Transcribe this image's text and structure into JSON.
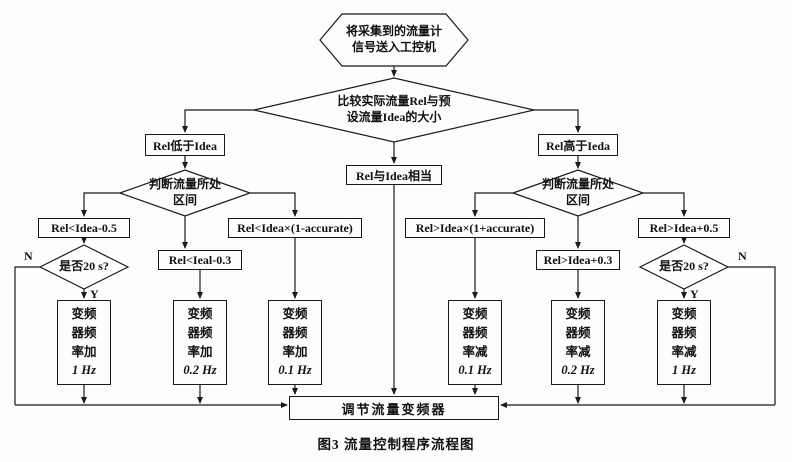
{
  "figure": {
    "caption": "图3  流量控制程序流程图",
    "labels": {
      "yes": "Y",
      "no": "N"
    },
    "nodes": {
      "start": {
        "line1": "将采集到的流量计",
        "line2": "信号送入工控机"
      },
      "compare": {
        "line1": "比较实际流量Rel与预",
        "line2": "设流量Idea的大小"
      },
      "branch_low": {
        "label": "Rel低于Idea"
      },
      "branch_equal": {
        "label": "Rel与Idea相当"
      },
      "branch_high": {
        "label": "Rel高于Ieda"
      },
      "judge_left": {
        "line1": "判断流量所处",
        "line2": "区间"
      },
      "judge_right": {
        "line1": "判断流量所处",
        "line2": "区间"
      },
      "cond_low_1": {
        "label": "Rel<Idea-0.5"
      },
      "cond_low_2": {
        "label": "Rel<Ieal-0.3"
      },
      "cond_low_3": {
        "label": "Rel<Idea×(1-accurate)"
      },
      "cond_high_1": {
        "label": "Rel>Idea×(1+accurate)"
      },
      "cond_high_2": {
        "label": "Rel>Idea+0.3"
      },
      "cond_high_3": {
        "label": "Rel>Idea+0.5"
      },
      "timer_left": {
        "label": "是否20 s?"
      },
      "timer_right": {
        "label": "是否20 s?"
      },
      "action_add_1hz": {
        "l1": "变频",
        "l2": "器频",
        "l3": "率加",
        "value": "1 Hz"
      },
      "action_add_02hz": {
        "l1": "变频",
        "l2": "器频",
        "l3": "率加",
        "value": "0.2 Hz"
      },
      "action_add_01hz": {
        "l1": "变频",
        "l2": "器频",
        "l3": "率加",
        "value": "0.1 Hz"
      },
      "action_sub_01hz": {
        "l1": "变频",
        "l2": "器频",
        "l3": "率减",
        "value": "0.1 Hz"
      },
      "action_sub_02hz": {
        "l1": "变频",
        "l2": "器频",
        "l3": "率减",
        "value": "0.2 Hz"
      },
      "action_sub_1hz": {
        "l1": "变频",
        "l2": "器频",
        "l3": "率减",
        "value": "1 Hz"
      },
      "output": {
        "label": "调节流量变频器"
      }
    }
  }
}
